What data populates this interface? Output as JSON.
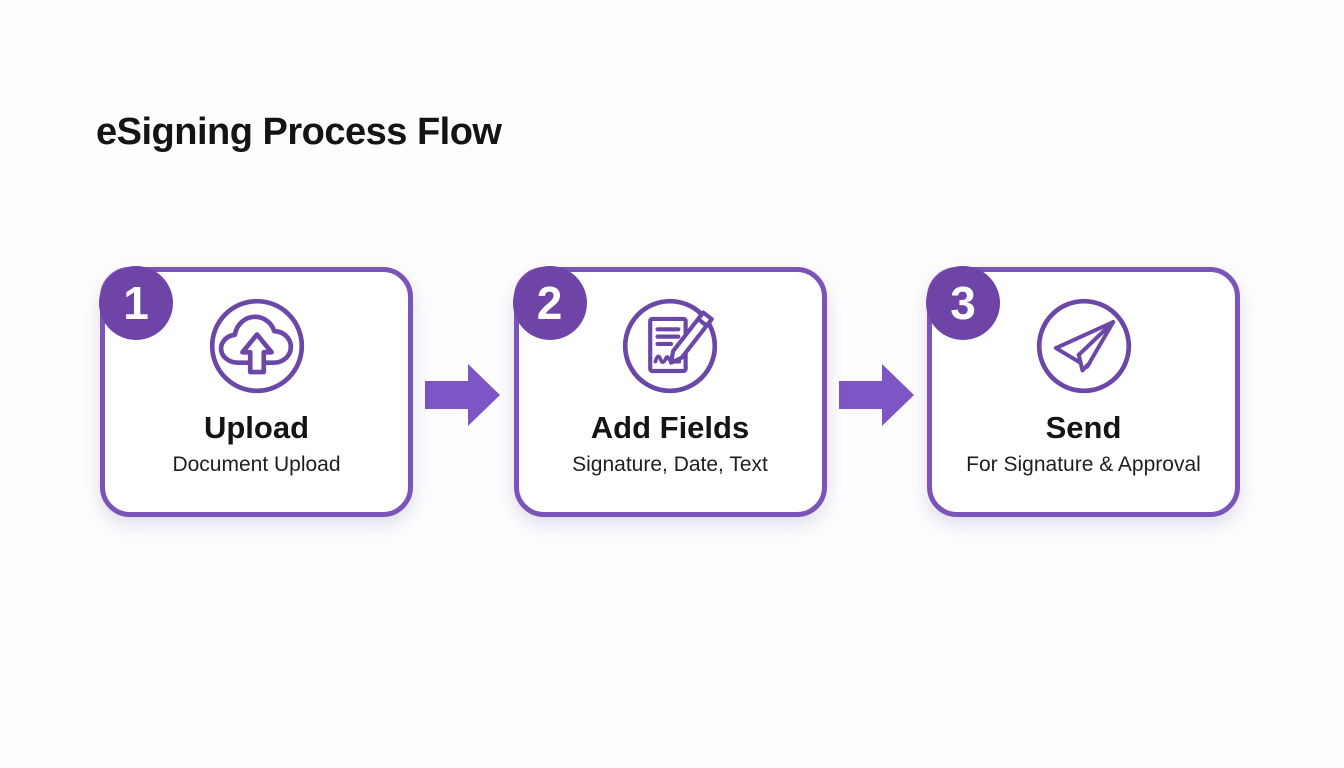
{
  "page": {
    "title": "eSigning Process Flow"
  },
  "colors": {
    "accent_border": "#7b54ba",
    "badge": "#6e44a6",
    "arrow": "#7d55c4",
    "icon_stroke": "#6b47a8",
    "heading": "#141414",
    "card_bg": "#ffffff"
  },
  "steps": [
    {
      "number": "1",
      "title": "Upload",
      "subtitle": "Document Upload",
      "icon": "cloud-upload-icon"
    },
    {
      "number": "2",
      "title": "Add Fields",
      "subtitle": "Signature, Date, Text",
      "icon": "document-sign-icon"
    },
    {
      "number": "3",
      "title": "Send",
      "subtitle": "For Signature & Approval",
      "icon": "paper-plane-icon"
    }
  ],
  "arrows": [
    {
      "icon": "right-arrow-icon"
    },
    {
      "icon": "right-arrow-icon"
    }
  ]
}
